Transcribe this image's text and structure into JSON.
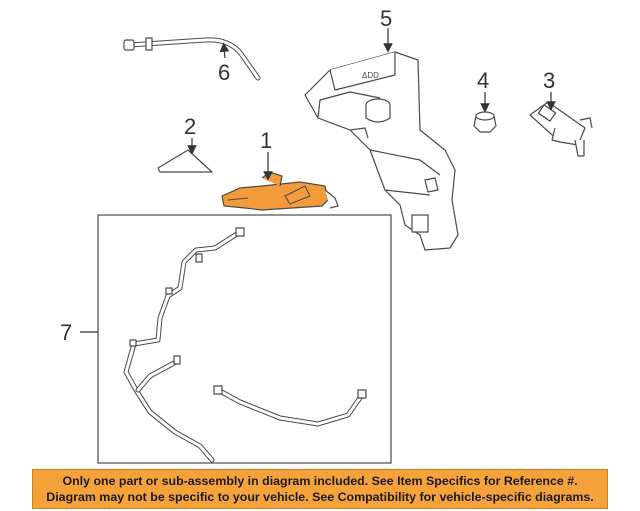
{
  "callouts": {
    "c1": "1",
    "c2": "2",
    "c3": "3",
    "c4": "4",
    "c5": "5",
    "c6": "6",
    "c7": "7"
  },
  "highlight_color": "#f39a3a",
  "notice": {
    "line1": "Only one part or sub-assembly in diagram included. See Item Specifics for Reference #.",
    "line2": "Diagram may not be specific to your vehicle. See Compatibility for vehicle-specific diagrams."
  }
}
